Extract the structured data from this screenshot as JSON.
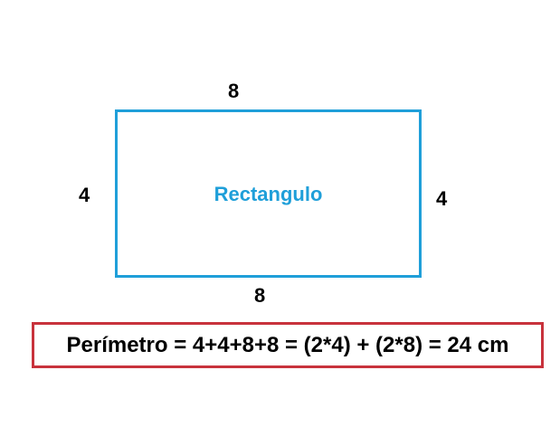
{
  "diagram": {
    "shape_label": "Rectangulo",
    "top_side": "8",
    "bottom_side": "8",
    "left_side": "4",
    "right_side": "4",
    "formula": "Perímetro = 4+4+8+8 = (2*4) + (2*8) = 24 cm",
    "colors": {
      "rect_stroke": "#1f9fd9",
      "formula_border": "#c8323c",
      "text": "#000000"
    }
  }
}
